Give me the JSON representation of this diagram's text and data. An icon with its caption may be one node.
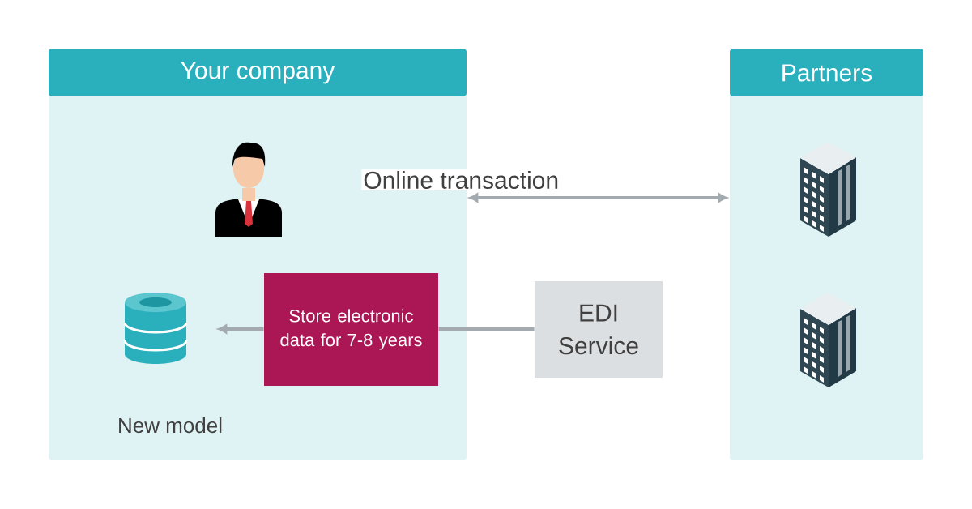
{
  "diagram": {
    "nodes": [
      {
        "text": [
          "Your company"
        ]
      },
      {
        "text": [],
        "shape": "person",
        "in": 0
      },
      {
        "text": [],
        "shape": "cylinder",
        "in": 0,
        "beside": [
          "New model"
        ]
      },
      {
        "text": [
          "Store electronic data for 7-8 years"
        ],
        "in": 0
      },
      {
        "text": [
          "EDI Service"
        ]
      },
      {
        "text": [
          "Partners"
        ]
      },
      {
        "text": [],
        "shape": "building",
        "in": 5
      },
      {
        "text": [],
        "shape": "building",
        "in": 5
      }
    ],
    "edges": [
      {
        "from": 0,
        "to": 5,
        "arrow": "both",
        "label": "Online transaction"
      },
      {
        "from": 4,
        "to": 3,
        "arrow": "none"
      },
      {
        "from": 3,
        "to": 2,
        "arrow": "to"
      }
    ]
  }
}
